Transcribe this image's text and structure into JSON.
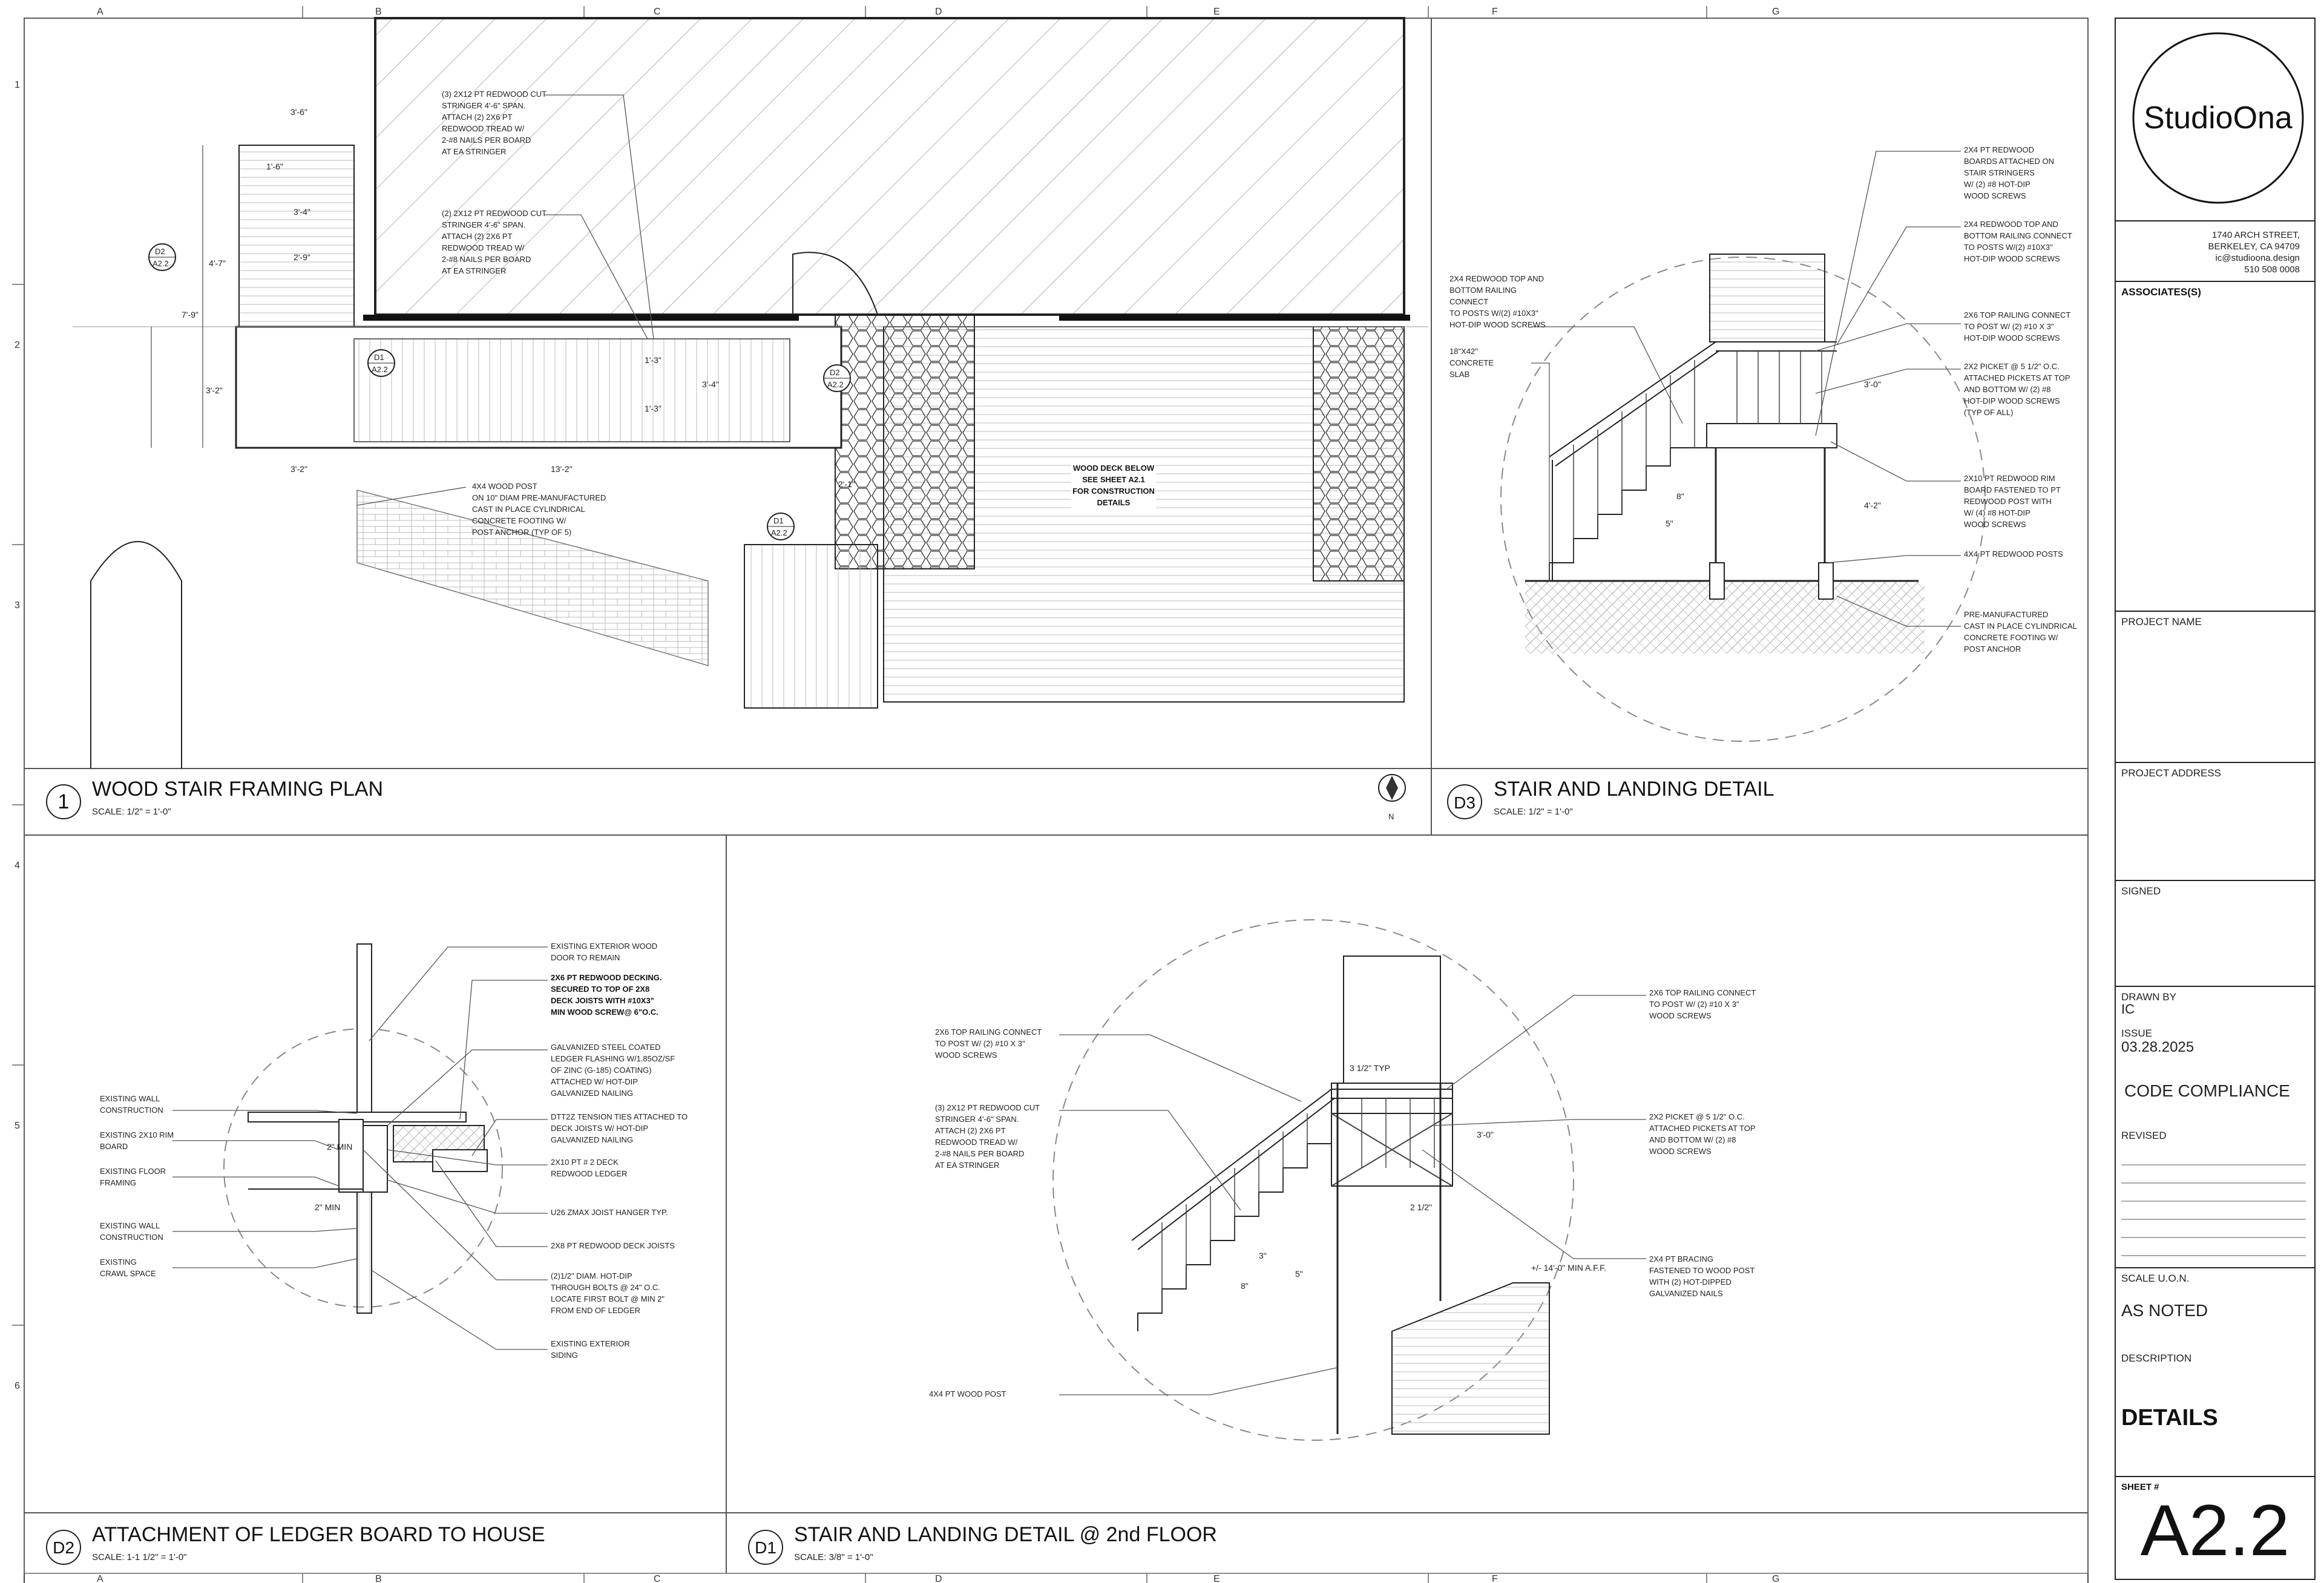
{
  "grid": {
    "columns": [
      "A",
      "B",
      "C",
      "D",
      "E",
      "F",
      "G"
    ],
    "rows": [
      "1",
      "2",
      "3",
      "4",
      "5",
      "6"
    ]
  },
  "views": {
    "v1": {
      "number": "1",
      "title": "WOOD STAIR FRAMING PLAN",
      "scale": "SCALE: 1/2\" = 1'-0\"",
      "north": "N",
      "notes": {
        "n1": [
          "(3) 2X12 PT REDWOOD CUT",
          "STRINGER 4'-6\" SPAN.",
          "ATTACH (2) 2X6 PT",
          "REDWOOD TREAD W/",
          "2-#8 NAILS PER BOARD",
          "AT EA STRINGER"
        ],
        "n2": [
          "(2) 2X12 PT REDWOOD CUT",
          "STRINGER 4'-6\" SPAN.",
          "ATTACH (2) 2X6 PT",
          "REDWOOD TREAD W/",
          "2-#8 NAILS PER BOARD",
          "AT EA STRINGER"
        ],
        "n3": [
          "4X4 WOOD POST",
          "ON 10\" DIAM PRE-MANUFACTURED",
          "CAST IN PLACE CYLINDRICAL",
          "CONCRETE FOOTING W/",
          "POST ANCHOR (TYP OF 5)"
        ],
        "n4": [
          "WOOD DECK BELOW",
          "SEE SHEET A2.1",
          "FOR CONSTRUCTION",
          "DETAILS"
        ]
      },
      "dims": [
        "3'-6\"",
        "1'-6\"",
        "3'-4\"",
        "2'-9\"",
        "4'-7\"",
        "7'-9\"",
        "3'-2\"",
        "3'-2\"",
        "13'-2\"",
        "1'-3\"",
        "1'-3\"",
        "3'-4\"",
        "2'-1\""
      ],
      "tags": [
        {
          "top": "D2",
          "bottom": "A2.2"
        },
        {
          "top": "D1",
          "bottom": "A2.2"
        },
        {
          "top": "D2",
          "bottom": "A2.2"
        },
        {
          "top": "D1",
          "bottom": "A2.2"
        }
      ]
    },
    "d3": {
      "number": "D3",
      "title": "STAIR AND LANDING DETAIL",
      "scale": "SCALE: 1/2\" = 1'-0\"",
      "notes": {
        "n1": [
          "2X4 PT REDWOOD",
          "BOARDS ATTACHED  ON",
          "STAIR STRINGERS",
          "W/ (2) #8 HOT-DIP",
          "WOOD SCREWS"
        ],
        "n2": [
          "2X4 REDWOOD TOP AND",
          "BOTTOM RAILING CONNECT",
          "TO POSTS W/(2) #10X3\"",
          "HOT-DIP WOOD SCREWS"
        ],
        "n3": [
          "2X6 TOP RAILING CONNECT",
          "TO POST W/ (2) #10 X 3\"",
          "HOT-DIP WOOD SCREWS"
        ],
        "n4": [
          "2X2 PICKET @ 5 1/2\" O.C.",
          "ATTACHED PICKETS AT TOP",
          "AND BOTTOM W/ (2) #8",
          "HOT-DIP WOOD SCREWS",
          "(TYP OF ALL)"
        ],
        "n5": [
          "2X10 PT REDWOOD RIM",
          "BOARD FASTENED TO PT",
          "REDWOOD POST WITH",
          "W/ (4) #8 HOT-DIP",
          "WOOD SCREWS"
        ],
        "n6": [
          "4X4 PT REDWOOD POSTS"
        ],
        "n7": [
          "PRE-MANUFACTURED",
          "CAST IN PLACE CYLINDRICAL",
          "CONCRETE FOOTING W/",
          "POST ANCHOR"
        ],
        "n8": [
          "2X4 REDWOOD TOP AND",
          "BOTTOM RAILING",
          "CONNECT",
          "TO POSTS W/(2) #10X3\"",
          "HOT-DIP WOOD SCREWS"
        ],
        "n9": [
          "18\"X42\"",
          "CONCRETE",
          "SLAB"
        ]
      },
      "dims": [
        "3'-0\"",
        "4'-2\"",
        "8\"",
        "5\""
      ]
    },
    "d2": {
      "number": "D2",
      "title": "ATTACHMENT OF LEDGER BOARD TO HOUSE",
      "scale": "SCALE: 1-1 1/2\" = 1'-0\"",
      "notes": {
        "n1": [
          "EXISTING EXTERIOR WOOD",
          "DOOR TO REMAIN"
        ],
        "n2": [
          "2X6 PT REDWOOD DECKING.",
          "SECURED TO TOP OF 2X8",
          "DECK JOISTS WITH #10X3\"",
          "MIN WOOD SCREW@ 6\"O.C."
        ],
        "n3": [
          "GALVANIZED STEEL COATED",
          "LEDGER FLASHING W/1.85OZ/SF",
          "OF ZINC (G-185) COATING)",
          "ATTACHED W/ HOT-DIP",
          "GALVANIZED NAILING"
        ],
        "n4": [
          "DTT2Z TENSION TIES ATTACHED TO",
          "DECK JOISTS W/ HOT-DIP",
          "GALVANIZED NAILING"
        ],
        "n5": [
          "2X10 PT # 2 DECK",
          "REDWOOD LEDGER"
        ],
        "n6": [
          "U26 ZMAX JOIST HANGER TYP."
        ],
        "n7": [
          "2X8 PT REDWOOD DECK JOISTS"
        ],
        "n8": [
          "(2)1/2\"  DIAM. HOT-DIP",
          "THROUGH BOLTS @ 24\" O.C.",
          "LOCATE FIRST BOLT @ MIN 2\"",
          "FROM END OF LEDGER"
        ],
        "n9": [
          "EXISTING EXTERIOR",
          "SIDING"
        ],
        "l1": [
          "EXISTING WALL",
          "CONSTRUCTION"
        ],
        "l2": [
          "EXISTING 2X10 RIM",
          "BOARD"
        ],
        "l3": [
          "EXISTING FLOOR",
          "FRAMING"
        ],
        "l4": [
          "EXISTING WALL",
          "CONSTRUCTION"
        ],
        "l5": [
          "EXISTING",
          "CRAWL SPACE"
        ]
      },
      "dims": [
        "2\" MIN",
        "2\" MIN"
      ]
    },
    "d1": {
      "number": "D1",
      "title": "STAIR AND LANDING DETAIL @ 2nd FLOOR",
      "scale": "SCALE: 3/8\" = 1'-0\"",
      "notes": {
        "n1": [
          "2X6 TOP RAILING CONNECT",
          "TO POST W/ (2) #10 X 3\"",
          "WOOD SCREWS"
        ],
        "n2": [
          "(3) 2X12 PT REDWOOD CUT",
          "STRINGER 4'-6\" SPAN.",
          "ATTACH (2) 2X6 PT",
          "REDWOOD TREAD W/",
          "2-#8 NAILS PER BOARD",
          "AT EA STRINGER"
        ],
        "n3": [
          "4X4 PT WOOD POST"
        ],
        "n4": [
          "2X6 TOP RAILING CONNECT",
          "TO POST W/ (2) #10 X 3\"",
          "WOOD SCREWS"
        ],
        "n5": [
          "2X2 PICKET @ 5 1/2\" O.C.",
          "ATTACHED PICKETS AT TOP",
          "AND BOTTOM W/ (2) #8",
          "WOOD SCREWS"
        ],
        "n6": [
          "2X4 PT BRACING",
          "FASTENED TO WOOD POST",
          "WITH (2) HOT-DIPPED",
          "GALVANIZED NAILS"
        ]
      },
      "dims": [
        "3 1/2\" TYP",
        "3'-0\"",
        "2 1/2\"",
        "+/- 14'-0\" MIN A.F.F.",
        "3\"",
        "8\"",
        "5\""
      ]
    }
  },
  "title_block": {
    "logo": "StudioOna",
    "address": [
      "1740 ARCH STREET,",
      "BERKELEY, CA 94709",
      "ic@studioona.design",
      "510 508 0008"
    ],
    "associates_label": "ASSOCIATES(S)",
    "project_name_label": "PROJECT NAME",
    "project_address_label": "PROJECT ADDRESS",
    "signed_label": "SIGNED",
    "drawn_by_label": "DRAWN BY",
    "drawn_by": "IC",
    "issue_label": "ISSUE",
    "issue_date": "03.28.2025",
    "status": "CODE COMPLIANCE",
    "revised_label": "REVISED",
    "scale_label": "SCALE  U.O.N.",
    "scale_value": "AS NOTED",
    "description_label": "DESCRIPTION",
    "description": "DETAILS",
    "sheet_label": "SHEET #",
    "sheet_number": "A2.2"
  }
}
